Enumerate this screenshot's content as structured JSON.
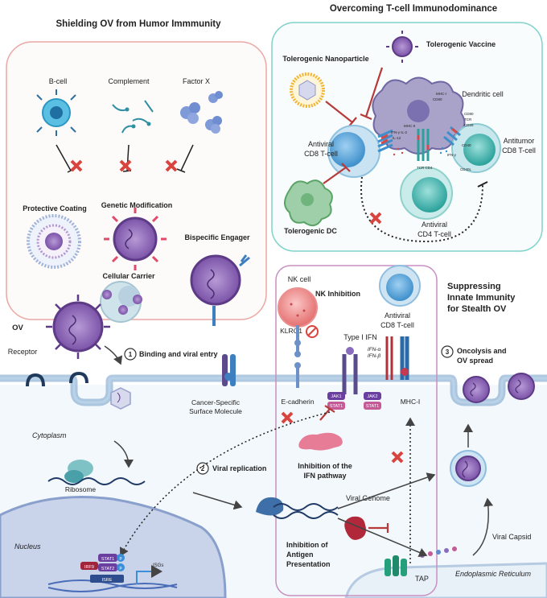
{
  "panels": {
    "humor": {
      "title": "Shielding OV from Humor Immmunity",
      "color": "#e8706a"
    },
    "tcell": {
      "title": "Overcoming T-cell Immunodominance",
      "color": "#5ec4bc"
    },
    "innate": {
      "title_line1": "Suppressing",
      "title_line2": "Innate Immunity",
      "title_line3": "for Stealth OV",
      "color": "#a04a9c"
    }
  },
  "humor_labels": {
    "bcell": "B-cell",
    "complement": "Complement",
    "factorx": "Factor X",
    "protective": "Protective Coating",
    "genetic": "Genetic Modification",
    "bispecific": "Bispecific Engager",
    "carrier": "Cellular Carrier"
  },
  "tcell_labels": {
    "nanoparticle": "Tolerogenic Nanoparticle",
    "vaccine": "Tolerogenic Vaccine",
    "dendritic": "Dendritic cell",
    "antiviral_cd8_1": "Antiviral",
    "antiviral_cd8_2": "CD8 T-cell",
    "antitumor_1": "Antitumor",
    "antitumor_2": "CD8 T-cell",
    "antiviral_cd4_1": "Antiviral",
    "antiviral_cd4_2": "CD4 T-cell",
    "toldc": "Tolerogenic DC",
    "mhc1": "MHC-I",
    "mhc2": "MHC-II",
    "cd80": "CD80",
    "cd40": "CD40",
    "cd40l": "CD40L",
    "tcr": "TCR",
    "cd8": "CD8",
    "cd4": "TCR CD4",
    "ifng": "IFN-γ",
    "il2": "IFN-γ IL-2",
    "il12": "IL-12",
    "tcr2": "TCR CD4",
    "cd28": "CD28"
  },
  "innate_labels": {
    "nkcell": "NK  cell",
    "nkinhib": "NK Inhibition",
    "klrg1": "KLRG1",
    "typei": "Type I IFN",
    "ifna": "IFN-α",
    "ifnb": "IFN-β",
    "antiviral_1": "Antiviral",
    "antiviral_2": "CD8 T-cell",
    "jak1": "JAK1",
    "stat1a": "STAT1",
    "jak2": "JAK2",
    "stat1b": "STAT1",
    "mhci": "MHC-I",
    "ecadherin": "E-cadherin",
    "inhibifn_1": "Inhibition of the",
    "inhibifn_2": "IFN pathway",
    "inhibag_1": "Inhibition of",
    "inhibag_2": "Antigen",
    "inhibag_3": "Presentation",
    "tap": "TAP"
  },
  "cell_labels": {
    "ov": "OV",
    "receptor": "Receptor",
    "step1": "Binding and viral entry",
    "step1_num": "1",
    "step2": "Viral replication",
    "step2_num": "2",
    "step3_1": "Oncolysis and",
    "step3_2": "OV spread",
    "step3_num": "3",
    "cancer_surface_1": "Cancer-Specific",
    "cancer_surface_2": "Surface Molecule",
    "cytoplasm": "Cytoplasm",
    "ribosome": "Ribosome",
    "viral_genome": "Viral Genome",
    "viral_capsid": "Viral Capsid",
    "nucleus": "Nucleus",
    "irf9": "IRF9",
    "stat1": "STAT1",
    "stat2": "STAT2",
    "isre": "ISRE",
    "isgs": "ISGs",
    "er": "Endoplasmic Reticulum",
    "p": "p"
  }
}
